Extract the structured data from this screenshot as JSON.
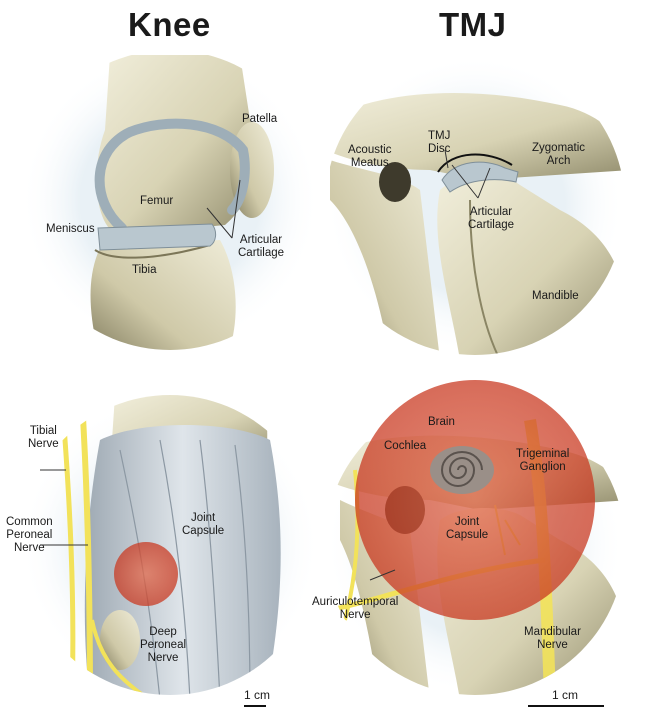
{
  "headings": {
    "knee": "Knee",
    "tmj": "TMJ"
  },
  "panels": {
    "knee_top": {
      "labels": {
        "patella": "Patella",
        "femur": "Femur",
        "meniscus": "Meniscus",
        "tibia": "Tibia",
        "articular_cartilage": [
          "Articular",
          "Cartilage"
        ]
      }
    },
    "tmj_top": {
      "labels": {
        "acoustic_meatus": [
          "Acoustic",
          "Meatus"
        ],
        "tmj_disc": [
          "TMJ",
          "Disc"
        ],
        "zygomatic_arch": [
          "Zygomatic",
          "Arch"
        ],
        "articular_cartilage": [
          "Articular",
          "Cartilage"
        ],
        "mandible": "Mandible"
      }
    },
    "knee_bottom": {
      "labels": {
        "tibial_nerve": [
          "Tibial",
          "Nerve"
        ],
        "common_peroneal_nerve": [
          "Common",
          "Peroneal",
          "Nerve"
        ],
        "joint_capsule": [
          "Joint",
          "Capsule"
        ],
        "deep_peroneal_nerve": [
          "Deep",
          "Peroneal",
          "Nerve"
        ]
      }
    },
    "tmj_bottom": {
      "labels": {
        "brain": "Brain",
        "cochlea": "Cochlea",
        "trigeminal_ganglion": [
          "Trigeminal",
          "Ganglion"
        ],
        "joint_capsule": [
          "Joint",
          "Capsule"
        ],
        "auriculotemporal_nerve": [
          "Auriculotemporal",
          "Nerve"
        ],
        "mandibular_nerve": [
          "Mandibular",
          "Nerve"
        ]
      }
    }
  },
  "scale_bars": {
    "knee": "1 cm",
    "tmj": "1 cm"
  },
  "colors": {
    "bone": "#e6e2c9",
    "bone_shadow": "#8e8a6c",
    "cartilage": "#b9c7cf",
    "nerve": "#f2e25a",
    "capsule": "#c7d0d8",
    "highlight_red": "#d9482e",
    "background_glow": "#e9f1f6"
  }
}
